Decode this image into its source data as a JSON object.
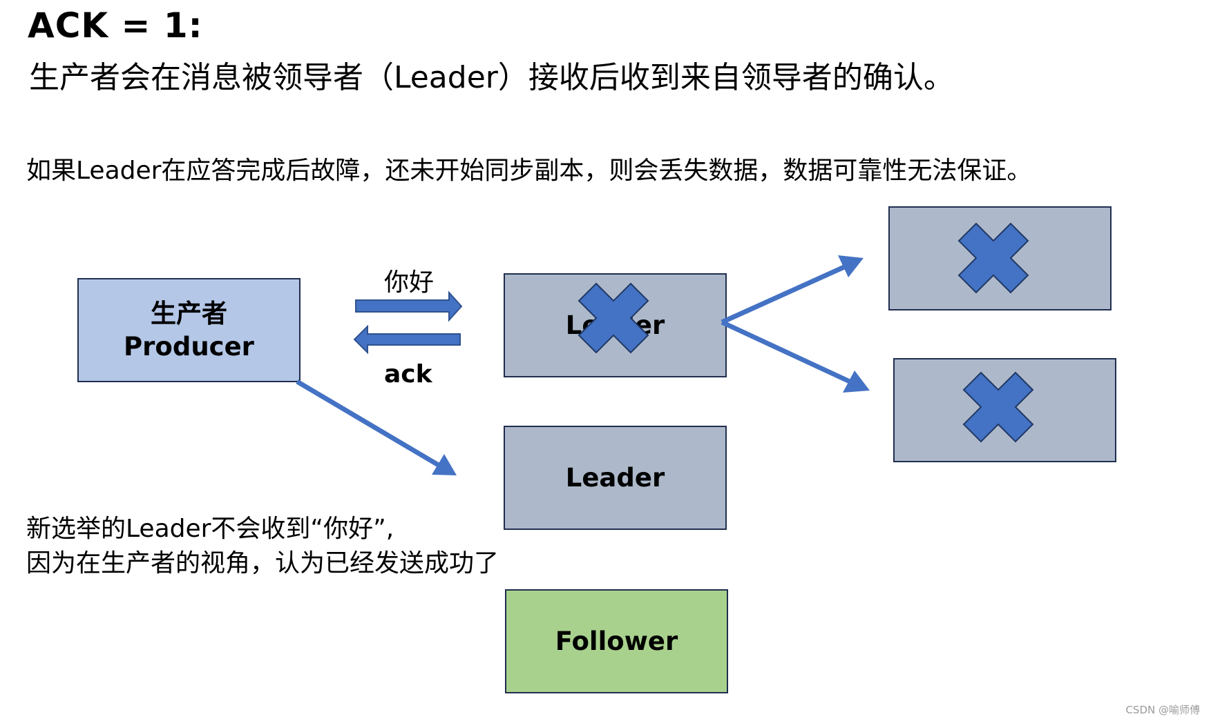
{
  "heading": {
    "title": "ACK = 1:",
    "subtitle": "生产者会在消息被领导者（Leader）接收后收到来自领导者的确认。"
  },
  "note": "如果Leader在应答完成后故障，还未开始同步副本，则会丢失数据，数据可靠性无法保证。",
  "producer": {
    "line1": "生产者",
    "line2": "Producer"
  },
  "message_label": "你好",
  "ack_label": "ack",
  "leader_failed_label": "Leader",
  "leader_new_label": "Leader",
  "follower_label": "Follower",
  "bottom_note": {
    "line1": "新选举的Leader不会收到“你好”,",
    "line2": "因为在生产者的视角，认为已经发送成功了"
  },
  "watermark": "CSDN @喻师傅",
  "colors": {
    "producer_fill": "#b4c7e7",
    "broker_fill": "#adb9ca",
    "follower_fill": "#a9d18e",
    "arrow": "#4472c4",
    "failure_mark": "#4472c4",
    "border": "#1f2d4e"
  },
  "icons": {
    "failure": "x-cross-icon",
    "arrow": "block-arrow-icon"
  }
}
